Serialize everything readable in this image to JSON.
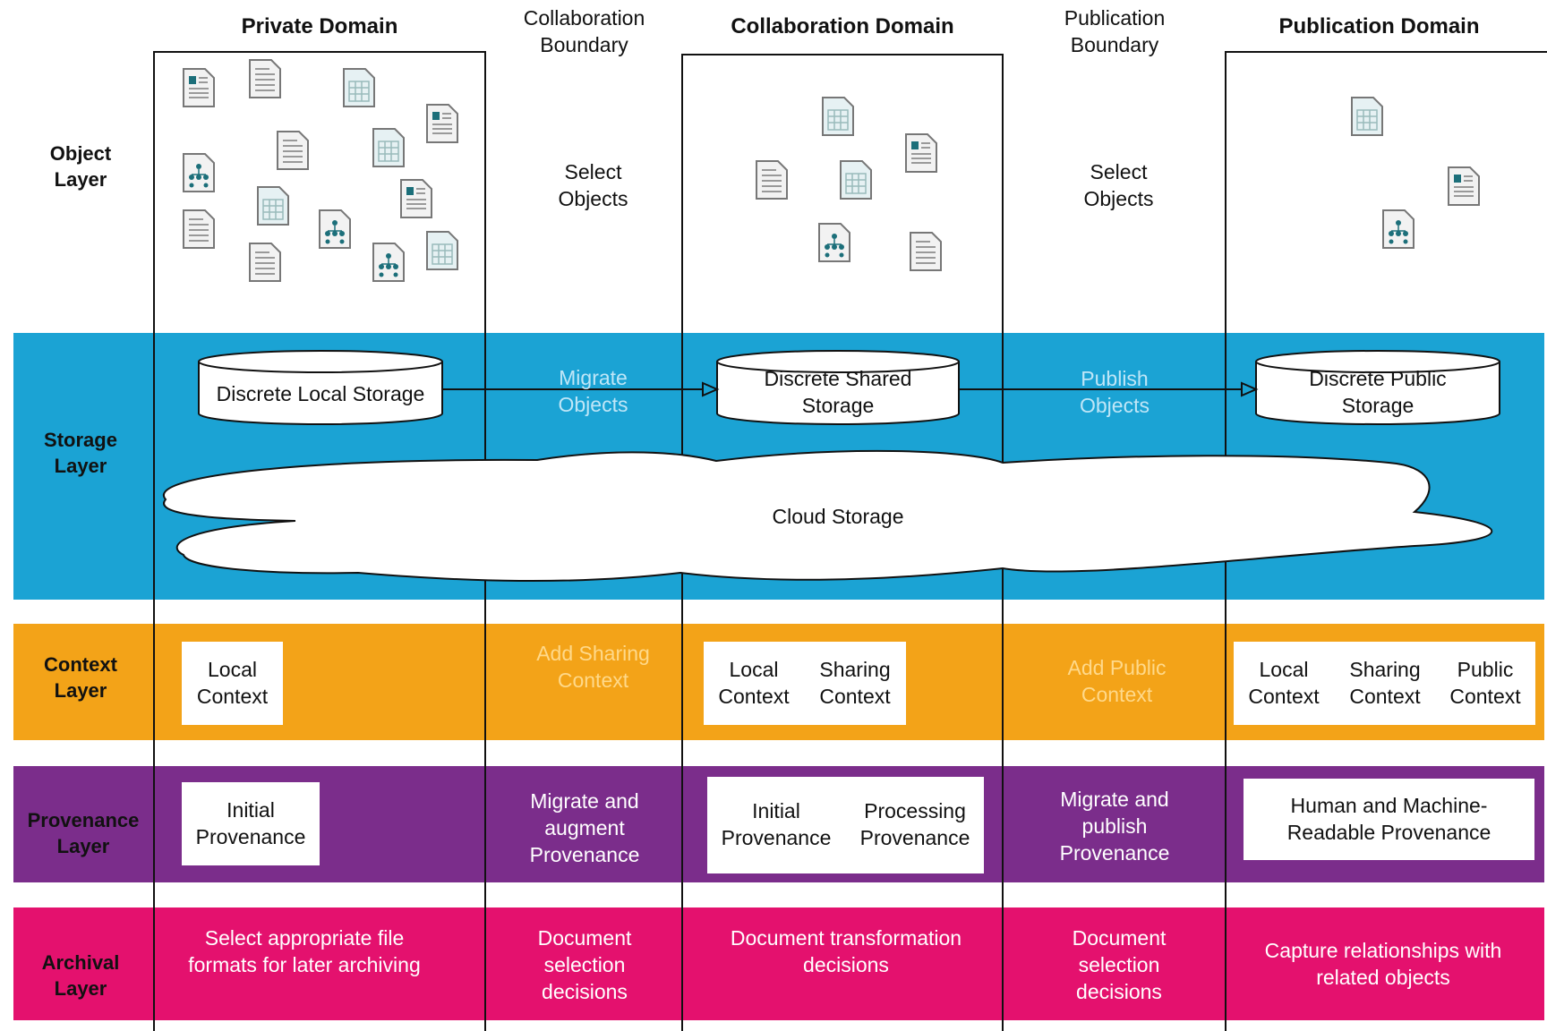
{
  "headers": {
    "private": "Private Domain",
    "collab_boundary": "Collaboration Boundary",
    "collab": "Collaboration Domain",
    "pub_boundary": "Publication Boundary",
    "publication": "Publication Domain"
  },
  "layers": {
    "object": "Object Layer",
    "storage": "Storage Layer",
    "context": "Context Layer",
    "provenance": "Provenance Layer",
    "archival": "Archival Layer"
  },
  "object_layer": {
    "collab_action": "Select Objects",
    "pub_action": "Select Objects"
  },
  "storage_layer": {
    "local": "Discrete Local Storage",
    "migrate": "Migrate Objects",
    "shared": "Discrete Shared Storage",
    "publish": "Publish Objects",
    "public": "Discrete Public Storage",
    "cloud": "Cloud Storage"
  },
  "context_layer": {
    "private_local": "Local Context",
    "collab_action": "Add Sharing Context",
    "collab_local": "Local Context",
    "collab_sharing": "Sharing Context",
    "pub_action": "Add Public Context",
    "pub_local": "Local Context",
    "pub_sharing": "Sharing Context",
    "pub_public": "Public Context"
  },
  "provenance_layer": {
    "private_initial": "Initial Provenance",
    "collab_action": "Migrate and augment Provenance",
    "collab_initial": "Initial Provenance",
    "collab_processing": "Processing Provenance",
    "pub_action": "Migrate and publish Provenance",
    "pub_box": "Human and Machine-Readable Provenance"
  },
  "archival_layer": {
    "private": "Select appropriate file formats for later archiving",
    "collab_boundary": "Document selection decisions",
    "collab": "Document transformation decisions",
    "pub_boundary": "Document selection decisions",
    "publication": "Capture relationships with related objects"
  },
  "colors": {
    "storage": "#1ba3d4",
    "context": "#f3a318",
    "provenance": "#7b2d8b",
    "archival": "#e4116e"
  },
  "icons": {
    "document": "document-icon",
    "image_document": "image-document-icon",
    "table_document": "table-document-icon",
    "diagram_document": "diagram-document-icon"
  }
}
